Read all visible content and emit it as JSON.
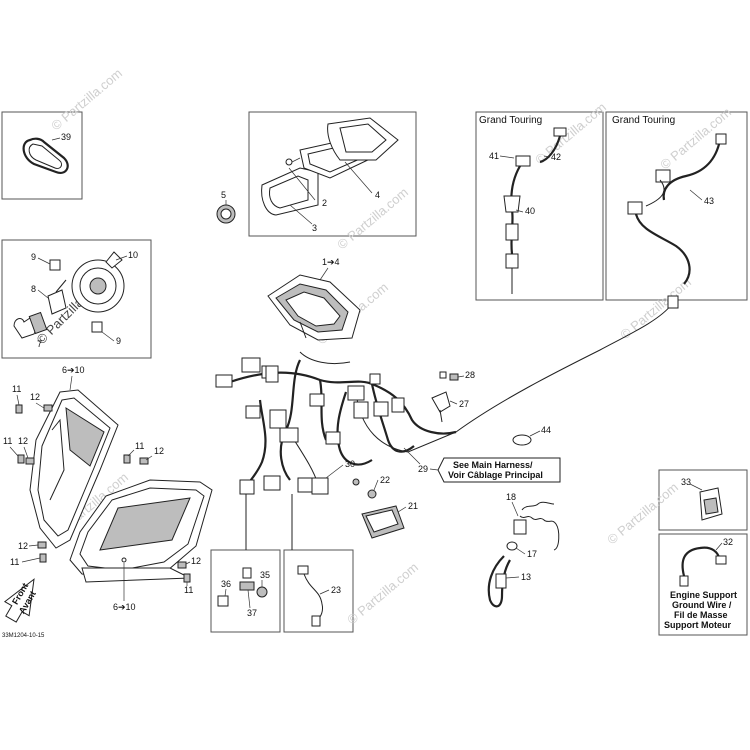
{
  "diagram": {
    "watermark": "© Partzilla.com",
    "figure_code": "33M1204-10-15",
    "front_label": [
      "Front",
      "Avant"
    ],
    "panels": {
      "grand_touring_1": "Grand Touring",
      "grand_touring_2": "Grand Touring"
    },
    "notes": {
      "main_harness": [
        "See Main Harness/",
        "Voir Câblage Principal"
      ],
      "engine_support": [
        "Engine Support",
        "Ground Wire /",
        "Fil de Masse",
        "Support Moteur"
      ]
    },
    "callouts": {
      "c39": "39",
      "c5": "5",
      "c2": "2",
      "c4": "4",
      "c3": "3",
      "c1to4": "1➔4",
      "c9a": "9",
      "c10": "10",
      "c8": "8",
      "c7": "7",
      "c9b": "9",
      "c6to10a": "6➔10",
      "c11a": "11",
      "c12a": "12",
      "c11b": "11",
      "c12b": "12",
      "c11c": "11",
      "c12c": "12",
      "c12d": "12",
      "c11d": "11",
      "c12e": "12",
      "c11e": "11",
      "c6to10b": "6➔10",
      "c41": "41",
      "c42": "42",
      "c40": "40",
      "c43": "43",
      "c28": "28",
      "c27": "27",
      "c44": "44",
      "c29": "29",
      "c30": "30",
      "c22": "22",
      "c21": "21",
      "c18": "18",
      "c17": "17",
      "c13": "13",
      "c33": "33",
      "c32": "32",
      "c36": "36",
      "c35": "35",
      "c37": "37",
      "c23": "23"
    }
  }
}
